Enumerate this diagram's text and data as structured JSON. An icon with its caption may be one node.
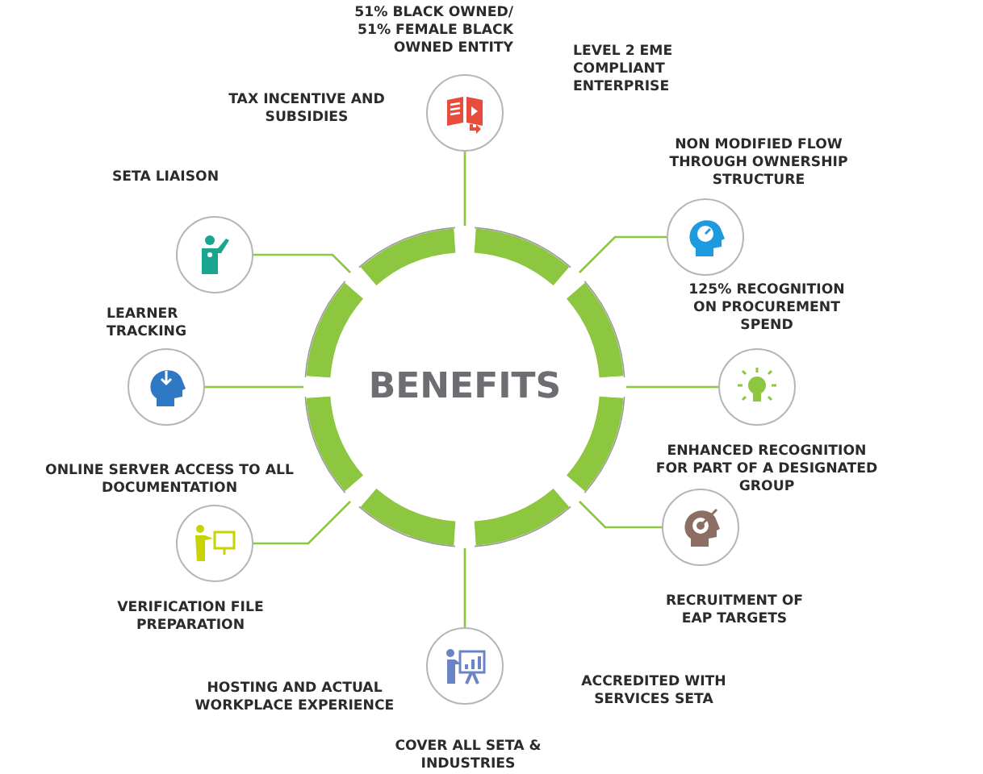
{
  "diagram": {
    "nodes": [
      {
        "text": [
          "BENEFITS"
        ]
      },
      {
        "text": [],
        "shape": "circle"
      },
      {
        "text": [],
        "shape": "circle"
      },
      {
        "text": [],
        "shape": "circle"
      },
      {
        "text": [],
        "shape": "circle"
      },
      {
        "text": [],
        "shape": "circle"
      },
      {
        "text": [],
        "shape": "circle"
      },
      {
        "text": [],
        "shape": "circle"
      },
      {
        "text": [],
        "shape": "circle"
      }
    ],
    "edges": [
      {
        "from": 0,
        "to": 1,
        "arrow": "none"
      },
      {
        "from": 0,
        "to": 2,
        "arrow": "none"
      },
      {
        "from": 0,
        "to": 3,
        "arrow": "none"
      },
      {
        "from": 0,
        "to": 4,
        "arrow": "none"
      },
      {
        "from": 0,
        "to": 5,
        "arrow": "none"
      },
      {
        "from": 0,
        "to": 6,
        "arrow": "none"
      },
      {
        "from": 0,
        "to": 7,
        "arrow": "none"
      },
      {
        "from": 0,
        "to": 8,
        "arrow": "none"
      }
    ],
    "labels": [
      "51% BLACK OWNED/ 51% FEMALE BLACK OWNED ENTITY",
      "LEVEL 2 EME COMPLIANT ENTERPRISE",
      "TAX INCENTIVE AND SUBSIDIES",
      "NON MODIFIED FLOW THROUGH OWNERSHIP STRUCTURE",
      "SETA LIAISON",
      "125% RECOGNITION ON PROCUREMENT SPEND",
      "LEARNER TRACKING",
      "ENHANCED RECOGNITION FOR PART OF A DESIGNATED GROUP",
      "ONLINE SERVER ACCESS TO ALL DOCUMENTATION",
      "RECRUITMENT OF EAP TARGETS",
      "VERIFICATION FILE PREPARATION",
      "ACCREDITED WITH SERVICES SETA",
      "HOSTING AND ACTUAL WORKPLACE EXPERIENCE",
      "COVER ALL SETA & INDUSTRIES"
    ]
  }
}
